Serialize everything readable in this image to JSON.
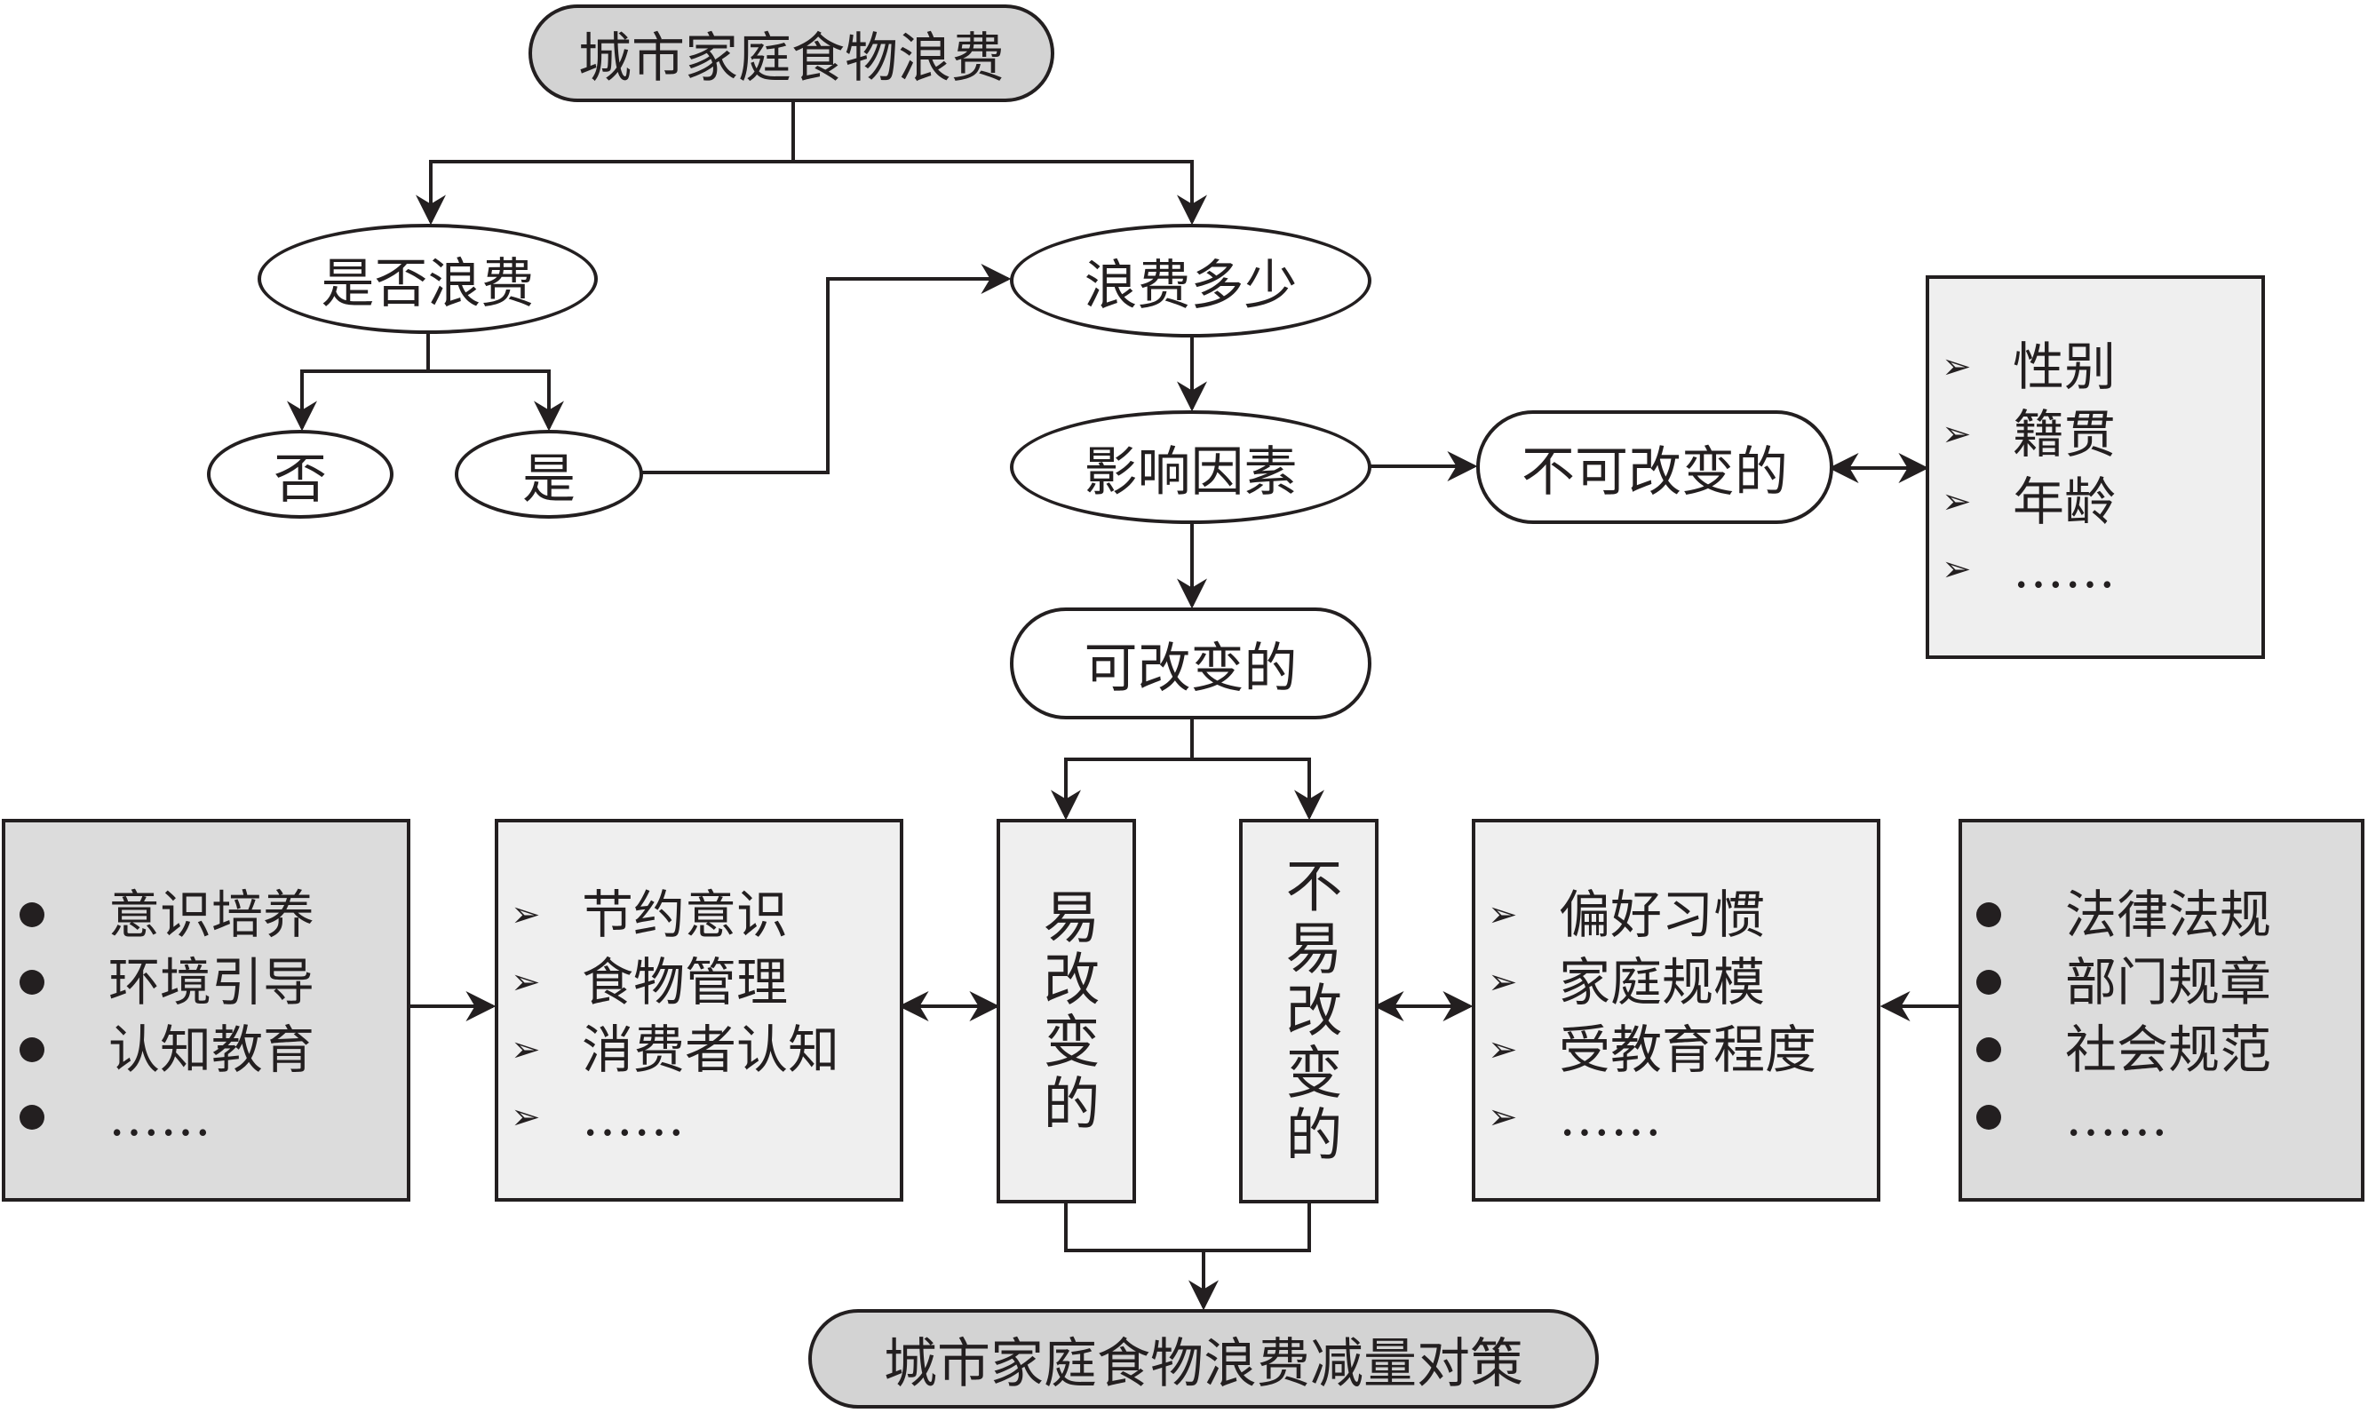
{
  "title": "城市家庭食物浪费",
  "bottom_title": "城市家庭食物浪费减量对策",
  "whether_waste": "是否浪费",
  "no": "否",
  "yes": "是",
  "how_much": "浪费多少",
  "factors": "影响因素",
  "unchangeable": "不可改变的",
  "changeable": "可改变的",
  "unchangeable_items": [
    "性别",
    "籍贯",
    "年龄",
    "……"
  ],
  "easy_change": "易改变的",
  "hard_change": "不易改变的",
  "left_outer_items": [
    "意识培养",
    "环境引导",
    "认知教育",
    "……"
  ],
  "left_inner_items": [
    "节约意识",
    "食物管理",
    "消费者认知",
    "……"
  ],
  "right_inner_items": [
    "偏好习惯",
    "家庭规模",
    "受教育程度",
    "……"
  ],
  "right_outer_items": [
    "法律法规",
    "部门规章",
    "社会规范",
    "……"
  ],
  "colors": {
    "line": "#231f20",
    "gray_fill": "#d3d3d3",
    "light_fill": "#efefef"
  }
}
